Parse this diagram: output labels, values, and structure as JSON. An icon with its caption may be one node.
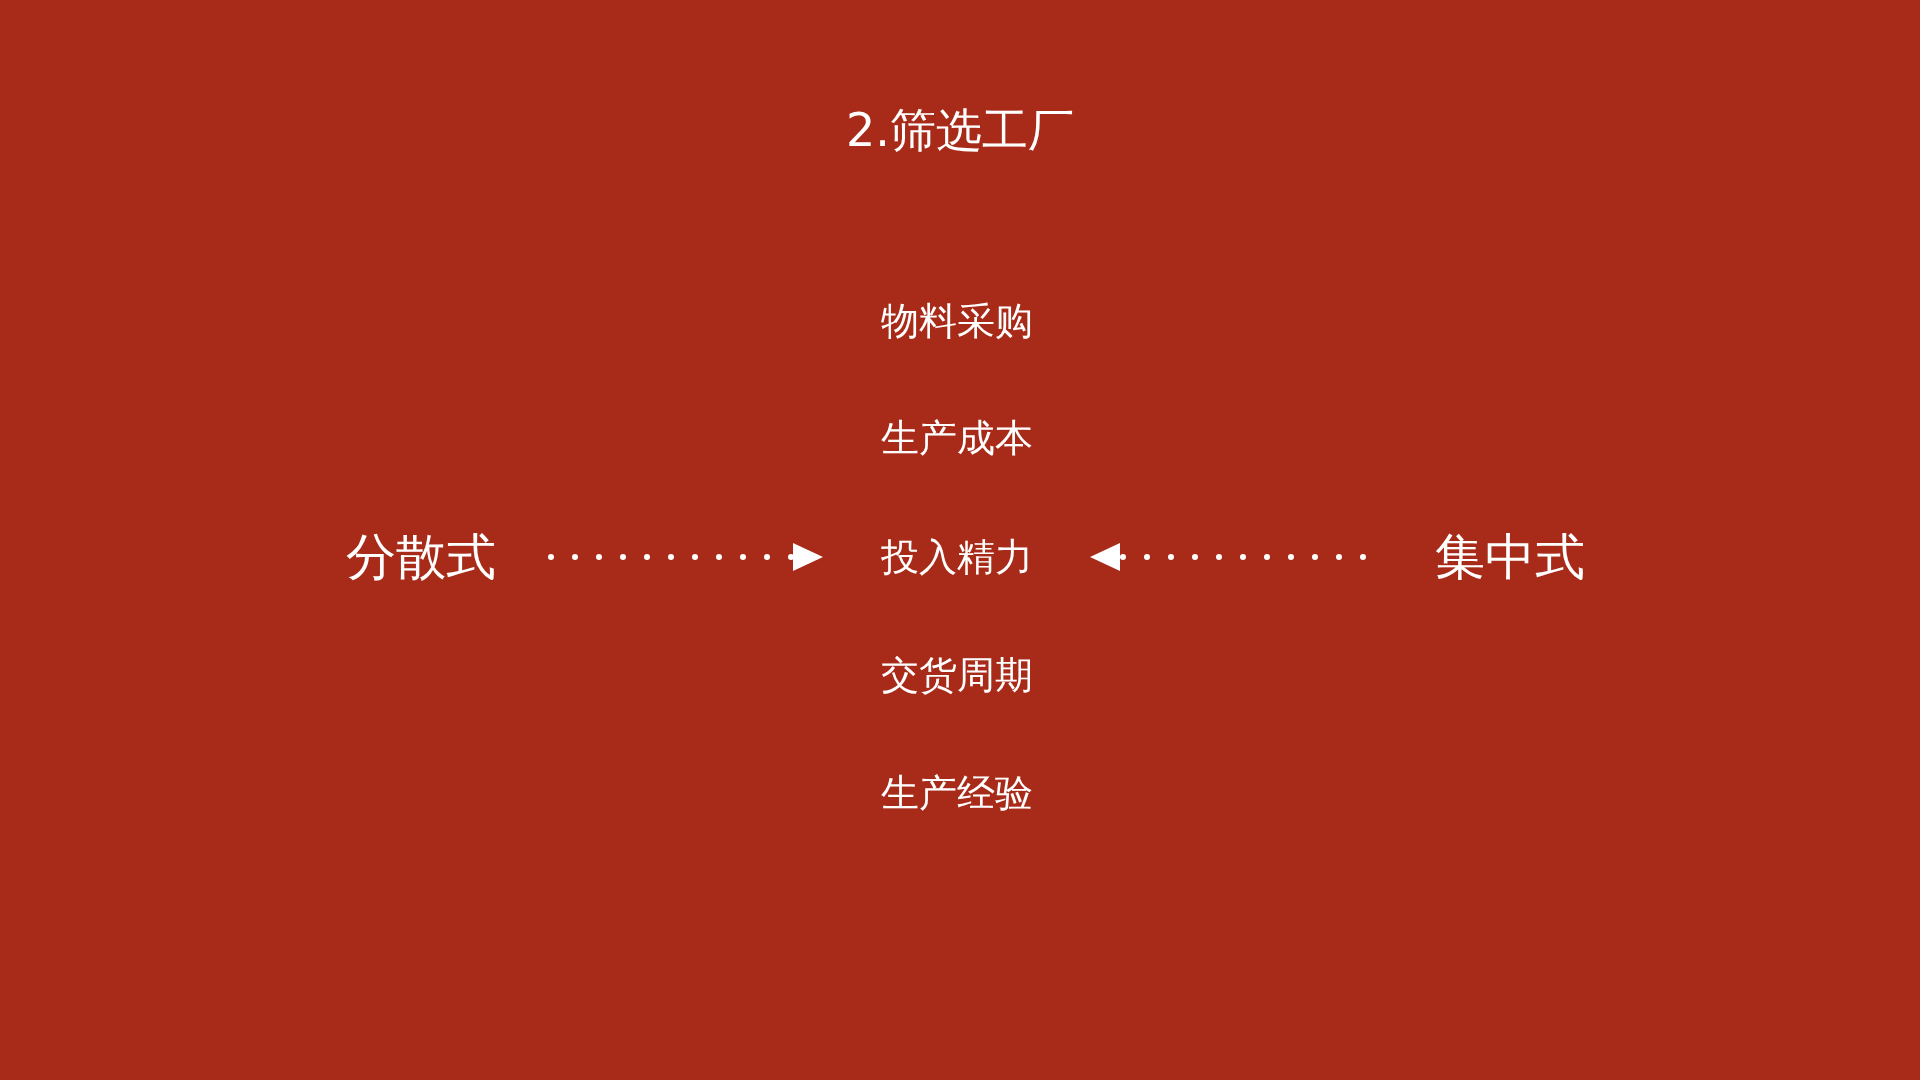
{
  "diagram": {
    "title": "2.筛选工厂",
    "nodes": [
      {
        "text": [
          "分散式"
        ]
      },
      {
        "text": [
          "集中式"
        ]
      },
      {
        "text": [
          "物料采购"
        ]
      },
      {
        "text": [
          "生产成本"
        ]
      },
      {
        "text": [
          "投入精力"
        ]
      },
      {
        "text": [
          "交货周期"
        ]
      },
      {
        "text": [
          "生产经验"
        ]
      }
    ],
    "edges": [
      {
        "from": 0,
        "to": 4,
        "arrow": "to"
      },
      {
        "from": 1,
        "to": 4,
        "arrow": "to"
      }
    ]
  }
}
